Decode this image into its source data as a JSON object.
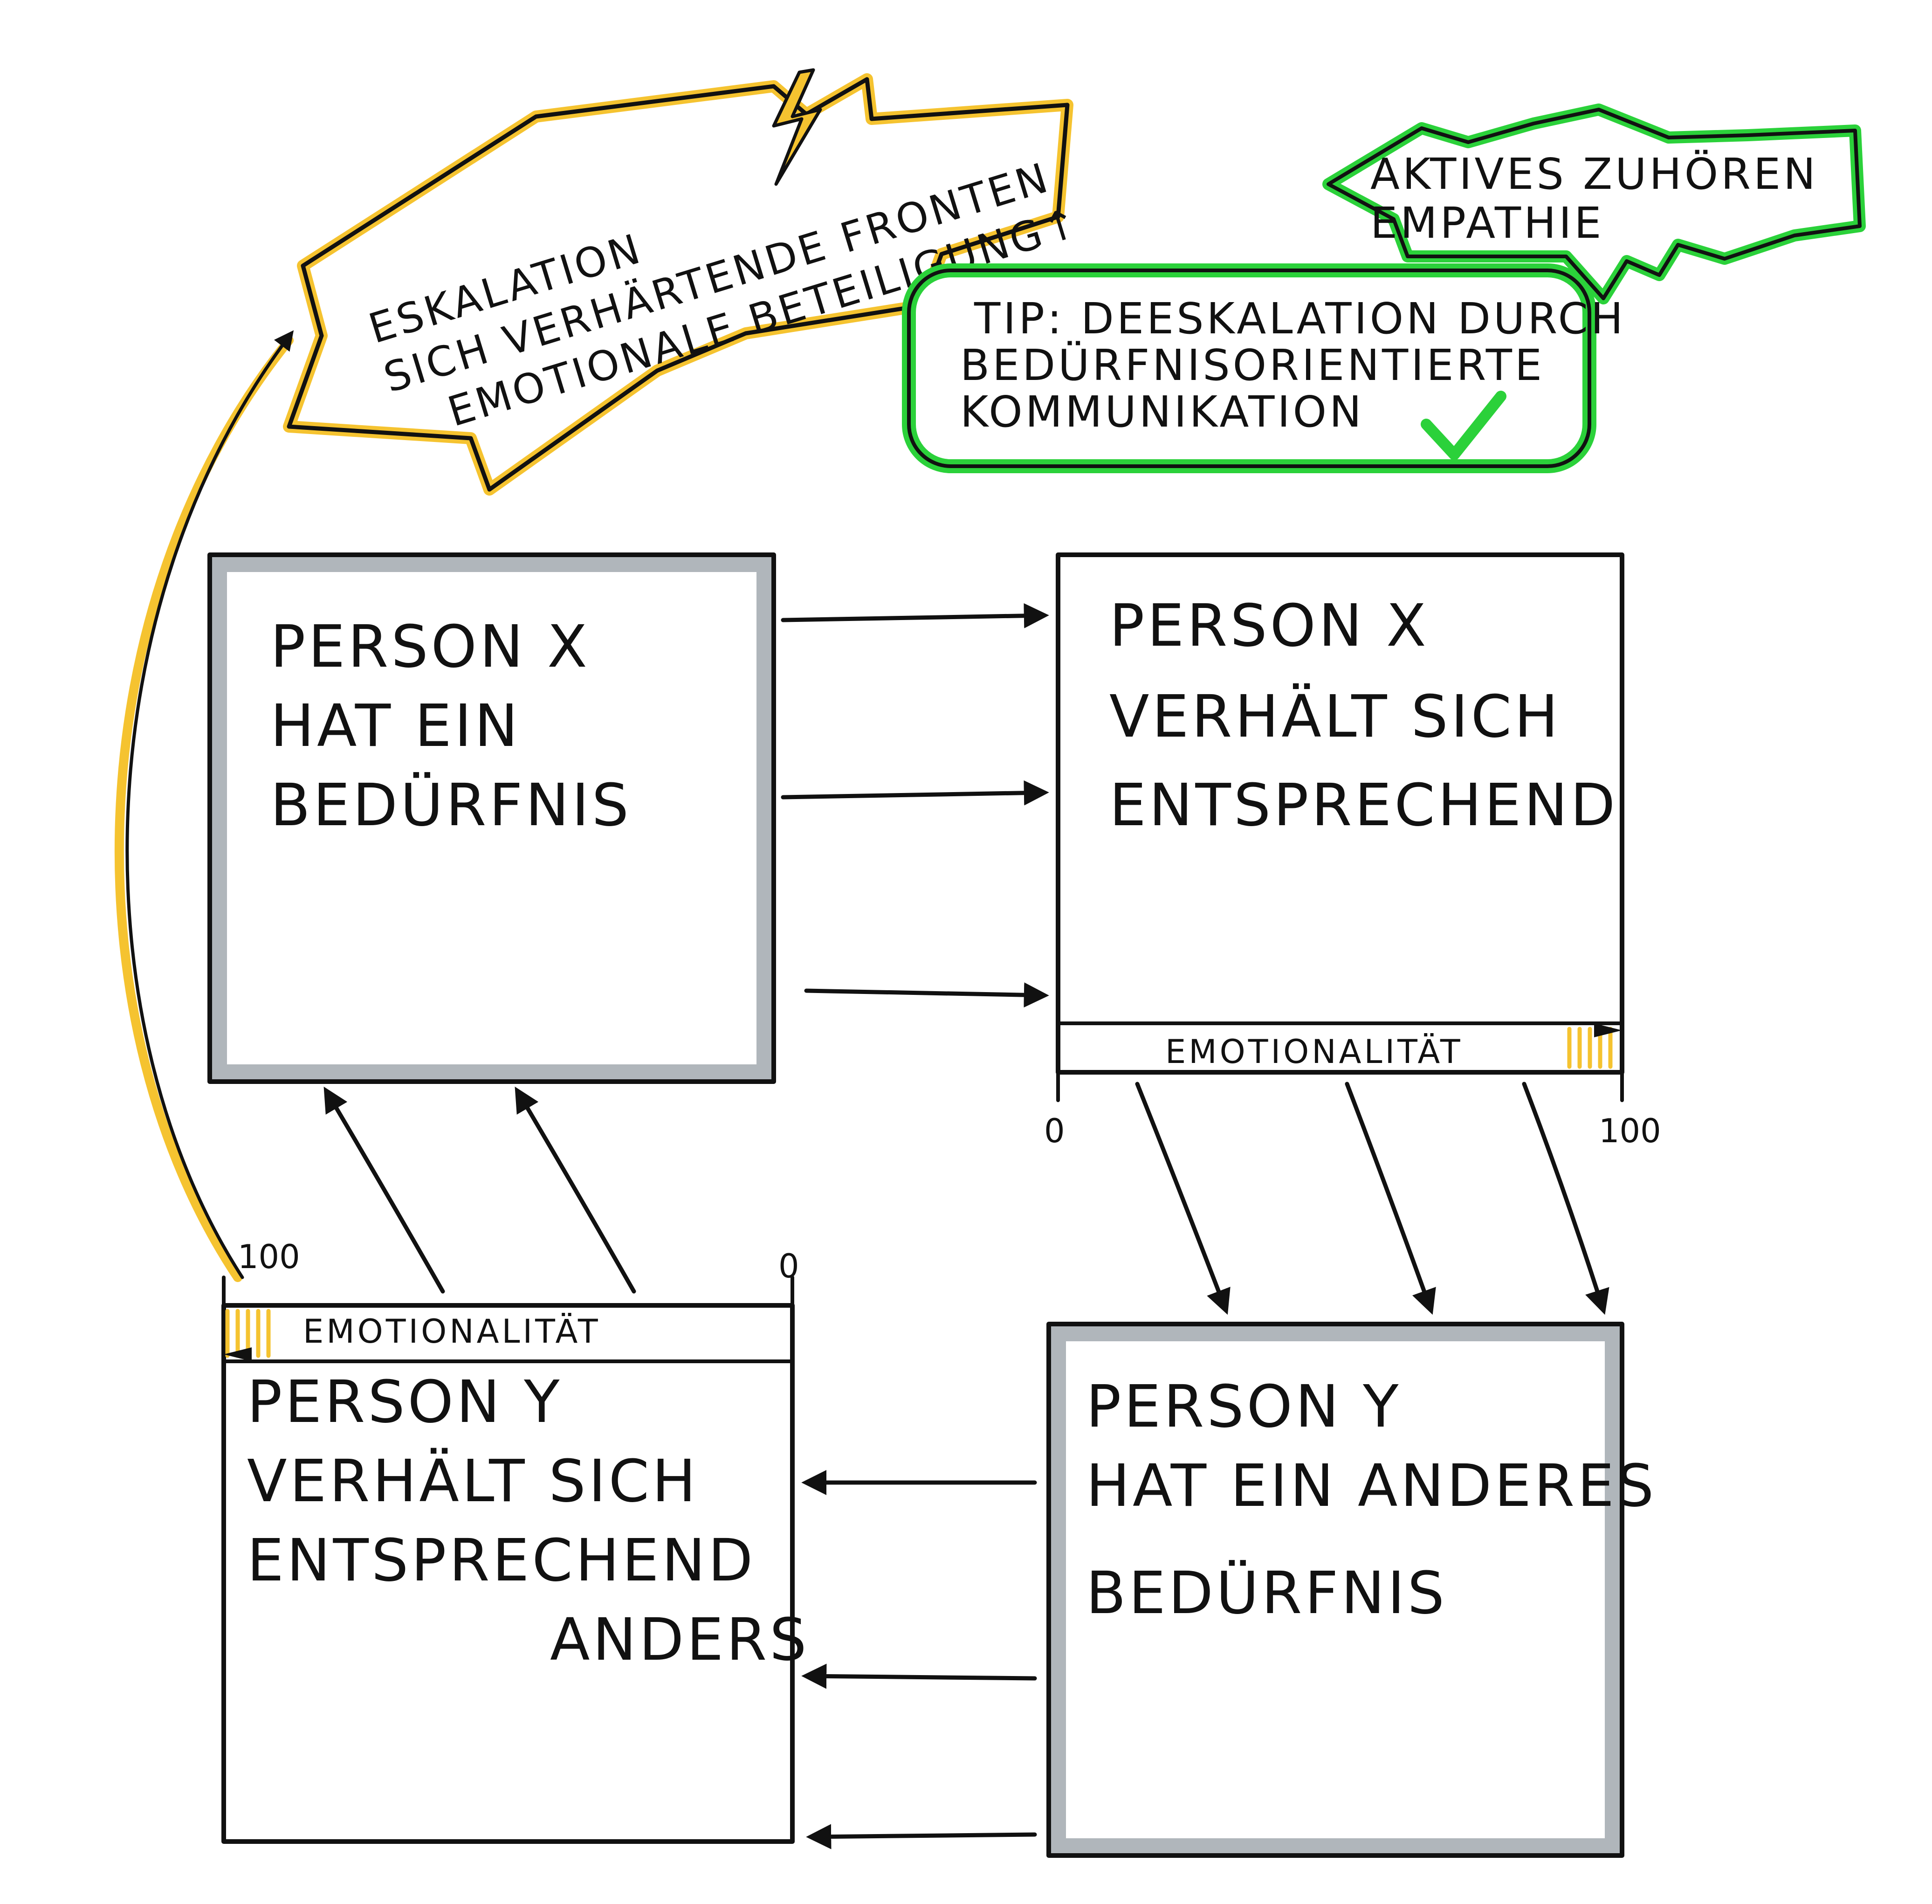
{
  "colors": {
    "ink": "#111111",
    "gray_border": "#b0b6bb",
    "yellow": "#f5c330",
    "green": "#2bd13a",
    "background": "#ffffff"
  },
  "escalation_burst": {
    "lines": [
      "ESKALATION",
      "SICH VERHÄRTENDE FRONTEN",
      "EMOTIONALE BETEILIGUNG↑"
    ],
    "icon": "lightning-icon"
  },
  "active_listening_burst": {
    "lines": [
      "AKTIVES ZUHÖREN",
      "EMPATHIE"
    ]
  },
  "tip_box": {
    "lines": [
      "TIP: DEESKALATION DURCH",
      "BEDÜRFNISORIENTIERTE",
      "KOMMUNIKATION"
    ],
    "icon": "checkmark-icon"
  },
  "boxes": {
    "x_need": {
      "lines": [
        "PERSON X",
        "HAT EIN",
        "BEDÜRFNIS"
      ]
    },
    "x_behavior": {
      "lines": [
        "PERSON X",
        "VERHÄLT SICH",
        "ENTSPRECHEND"
      ]
    },
    "y_need": {
      "lines": [
        "PERSON Y",
        "HAT EIN ANDERES",
        "BEDÜRFNIS"
      ]
    },
    "y_behavior": {
      "lines": [
        "PERSON Y",
        "VERHÄLT SICH",
        "ENTSPRECHEND",
        "ANDERS"
      ]
    }
  },
  "emotion_bar_x": {
    "label": "EMOTIONALITÄT",
    "min_label": "0",
    "max_label": "100",
    "level": 0.1
  },
  "emotion_bar_y": {
    "label": "EMOTIONALITÄT",
    "min_label": "0",
    "max_label": "100",
    "level": 0.1
  }
}
